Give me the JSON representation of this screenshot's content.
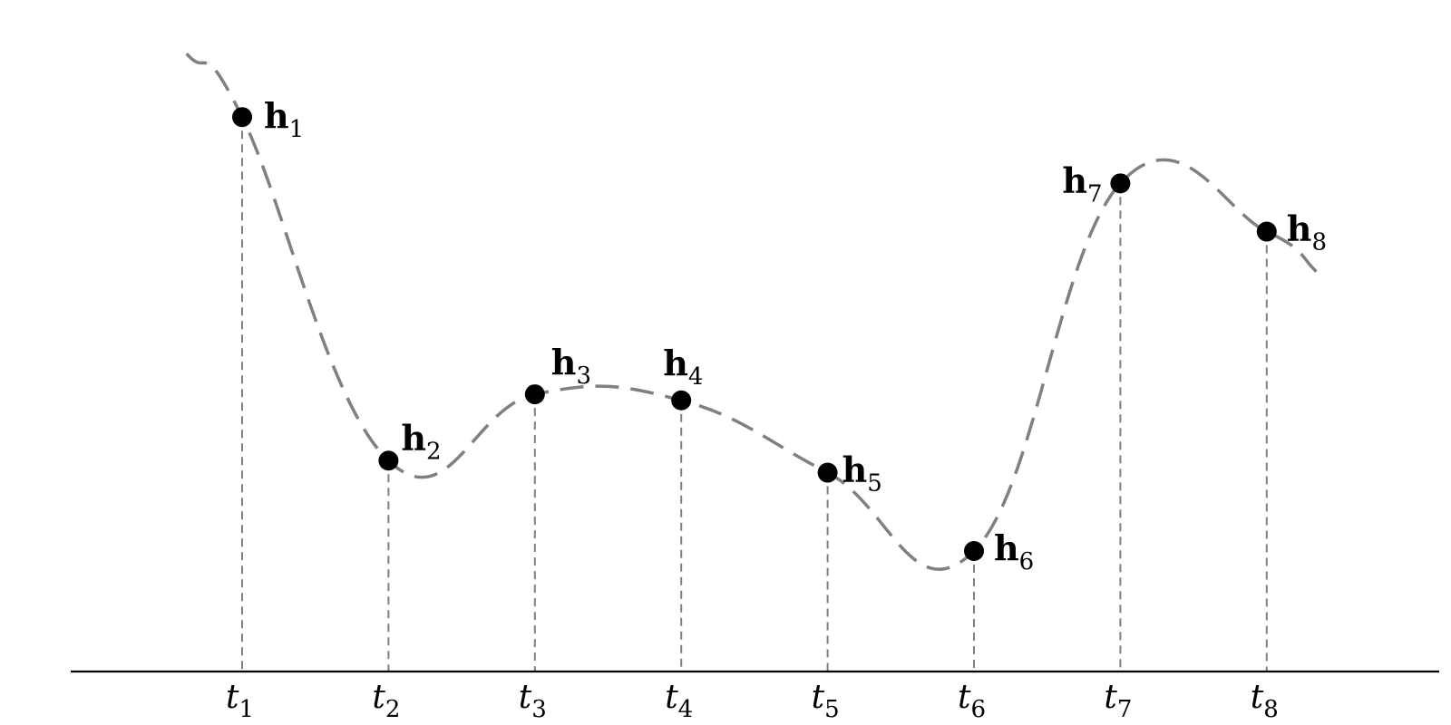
{
  "diagram": {
    "points": [
      {
        "h": "h",
        "h_sub": "1",
        "t": "t",
        "t_sub": "1",
        "value": 0.92
      },
      {
        "h": "h",
        "h_sub": "2",
        "t": "t",
        "t_sub": "2",
        "value": 0.35
      },
      {
        "h": "h",
        "h_sub": "3",
        "t": "t",
        "t_sub": "3",
        "value": 0.46
      },
      {
        "h": "h",
        "h_sub": "4",
        "t": "t",
        "t_sub": "4",
        "value": 0.45
      },
      {
        "h": "h",
        "h_sub": "5",
        "t": "t",
        "t_sub": "5",
        "value": 0.33
      },
      {
        "h": "h",
        "h_sub": "6",
        "t": "t",
        "t_sub": "6",
        "value": 0.2
      },
      {
        "h": "h",
        "h_sub": "7",
        "t": "t",
        "t_sub": "7",
        "value": 0.81
      },
      {
        "h": "h",
        "h_sub": "8",
        "t": "t",
        "t_sub": "8",
        "value": 0.73
      }
    ],
    "colors": {
      "curve": "#808080",
      "stem": "#808080",
      "dot": "#000000",
      "axis": "#000000"
    }
  }
}
